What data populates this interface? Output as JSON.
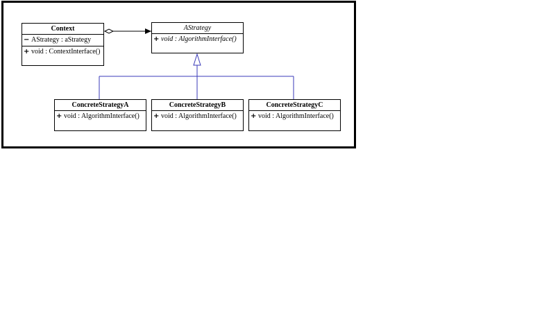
{
  "diagram": {
    "classes": {
      "context": {
        "name": "Context",
        "attributes": [
          {
            "visibility": "−",
            "text": "AStrategy : aStrategy"
          }
        ],
        "operations": [
          {
            "visibility": "+",
            "text": "void : ContextInterface()"
          }
        ]
      },
      "astrategy": {
        "name": "AStrategy",
        "operations": [
          {
            "visibility": "+",
            "text": "void : AlgorithmInterface()"
          }
        ]
      },
      "concrete_a": {
        "name": "ConcreteStrategyA",
        "operations": [
          {
            "visibility": "+",
            "text": "void : AlgorithmInterface()"
          }
        ]
      },
      "concrete_b": {
        "name": "ConcreteStrategyB",
        "operations": [
          {
            "visibility": "+",
            "text": "void : AlgorithmInterface()"
          }
        ]
      },
      "concrete_c": {
        "name": "ConcreteStrategyC",
        "operations": [
          {
            "visibility": "+",
            "text": "void : AlgorithmInterface()"
          }
        ]
      }
    },
    "colors": {
      "generalization_line": "#3a3ab8",
      "association_line": "#000000",
      "border": "#000000"
    }
  }
}
